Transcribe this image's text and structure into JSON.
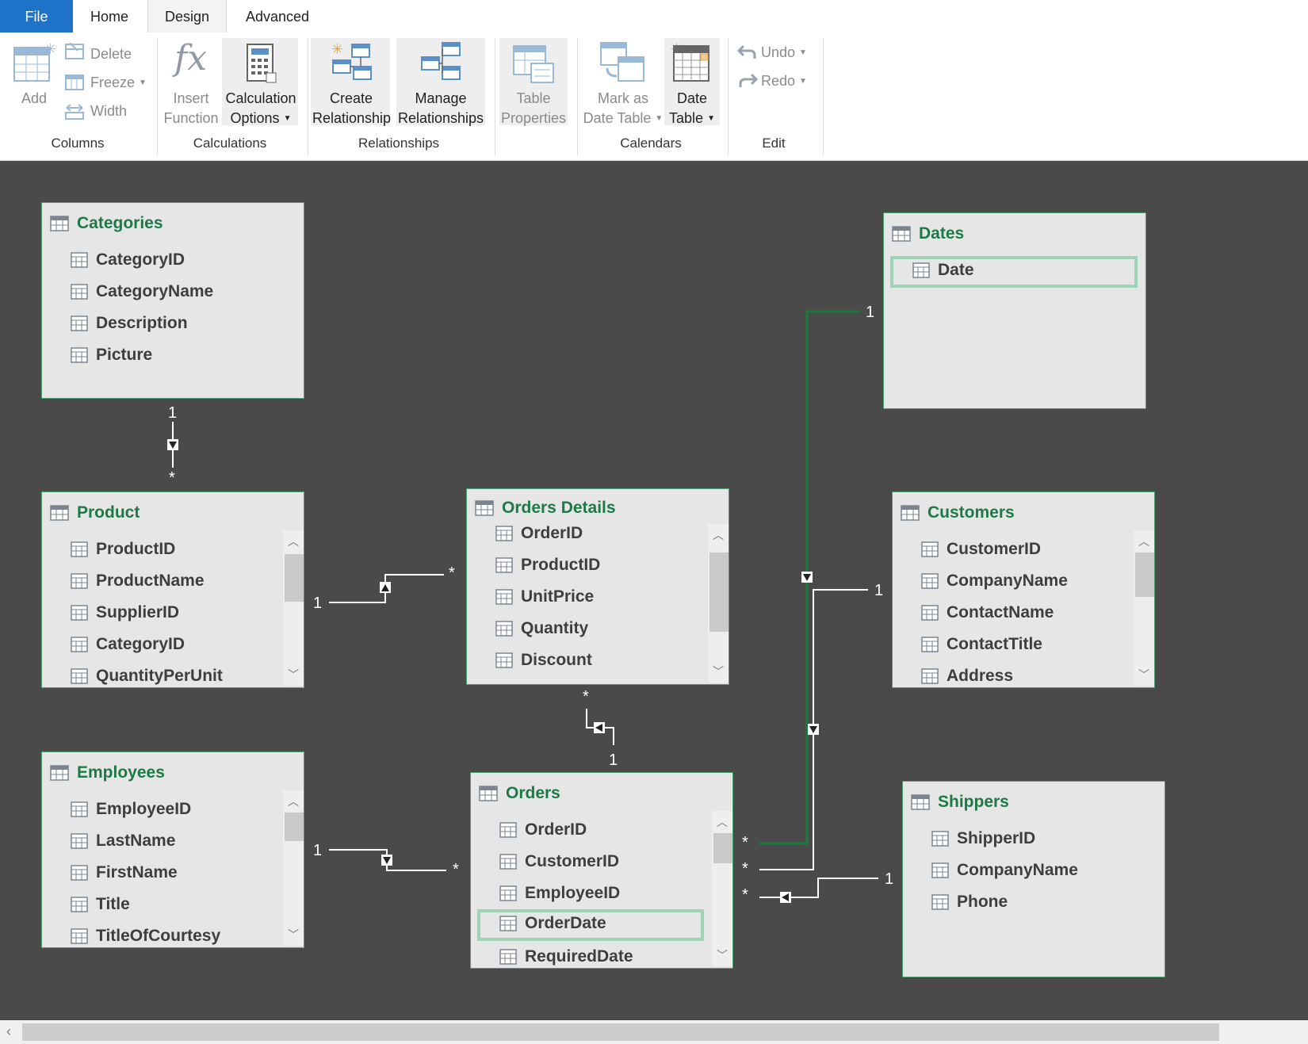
{
  "tabs": {
    "file": "File",
    "home": "Home",
    "design": "Design",
    "advanced": "Advanced"
  },
  "ribbon": {
    "columns": {
      "add": "Add",
      "delete": "Delete",
      "freeze": "Freeze",
      "width": "Width",
      "group": "Columns"
    },
    "calculations": {
      "insert_function_1": "Insert",
      "insert_function_2": "Function",
      "calc_options_1": "Calculation",
      "calc_options_2": "Options",
      "group": "Calculations"
    },
    "relationships": {
      "create_1": "Create",
      "create_2": "Relationship",
      "manage_1": "Manage",
      "manage_2": "Relationships",
      "group": "Relationships"
    },
    "table": {
      "props_1": "Table",
      "props_2": "Properties"
    },
    "calendars": {
      "mark_1": "Mark as",
      "mark_2": "Date Table",
      "date_1": "Date",
      "date_2": "Table",
      "group": "Calendars"
    },
    "edit": {
      "undo": "Undo",
      "redo": "Redo",
      "group": "Edit"
    }
  },
  "tables": {
    "categories": {
      "title": "Categories",
      "fields": [
        "CategoryID",
        "CategoryName",
        "Description",
        "Picture"
      ]
    },
    "product": {
      "title": "Product",
      "fields": [
        "ProductID",
        "ProductName",
        "SupplierID",
        "CategoryID",
        "QuantityPerUnit"
      ]
    },
    "employees": {
      "title": "Employees",
      "fields": [
        "EmployeeID",
        "LastName",
        "FirstName",
        "Title",
        "TitleOfCourtesy"
      ]
    },
    "orders_details": {
      "title": "Orders Details",
      "fields": [
        "OrderID",
        "ProductID",
        "UnitPrice",
        "Quantity",
        "Discount"
      ]
    },
    "orders": {
      "title": "Orders",
      "fields": [
        "OrderID",
        "CustomerID",
        "EmployeeID",
        "OrderDate",
        "RequiredDate"
      ],
      "selected": "OrderDate"
    },
    "dates": {
      "title": "Dates",
      "fields": [
        "Date"
      ],
      "selected": "Date"
    },
    "customers": {
      "title": "Customers",
      "fields": [
        "CustomerID",
        "CompanyName",
        "ContactName",
        "ContactTitle",
        "Address"
      ]
    },
    "shippers": {
      "title": "Shippers",
      "fields": [
        "ShipperID",
        "CompanyName",
        "Phone"
      ]
    }
  },
  "cardinality": {
    "one": "1",
    "many": "*"
  },
  "icons": {
    "table": "table-icon",
    "field": "field-grid-icon",
    "arrow_up": "▲",
    "arrow_down": "▼",
    "scroll_up": "chevron-up-icon",
    "scroll_down": "chevron-down-icon",
    "scroll_left": "chevron-left-icon"
  },
  "colors": {
    "file_tab": "#1e73c8",
    "table_title": "#1e7a45",
    "active_relationship": "#1a7a3a",
    "canvas": "#4a4a4a"
  }
}
